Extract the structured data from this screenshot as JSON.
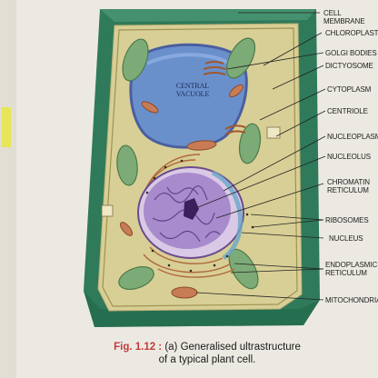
{
  "labels": {
    "cell_membrane": "CELL MEMBRANE",
    "chloroplast": "CHLOROPLAST",
    "golgi_bodies": "GOLGI BODIES",
    "dictyosome": "DICTYOSOME",
    "cytoplasm": "CYTOPLASM",
    "centriole": "CENTRIOLE",
    "nucleoplasm": "NUCLEOPLASM",
    "nucleolus": "NUCLEOLUS",
    "chromatin_reticulum": "CHROMATIN\nRETICULUM",
    "ribosomes": "RIBOSOMES",
    "nucleus": "NUCLEUS",
    "endoplasmic_reticulum": "ENDOPLASMIC\nRETICULUM",
    "mitochondria": "MITOCHONDRIA",
    "central_vacuole": "CENTRAL\nVACUOLE"
  },
  "caption": {
    "fig": "Fig. 1.12 :",
    "line1": " (a) Generalised ultrastructure",
    "line2": "of a typical plant cell."
  },
  "colors": {
    "cell_wall": "#2f7a5a",
    "cytoplasm": "#d8cf96",
    "vacuole": "#6a90cc",
    "chloroplast": "#7dab78",
    "nucleus": "#8a6fb6",
    "mitochondria": "#c87c55"
  }
}
